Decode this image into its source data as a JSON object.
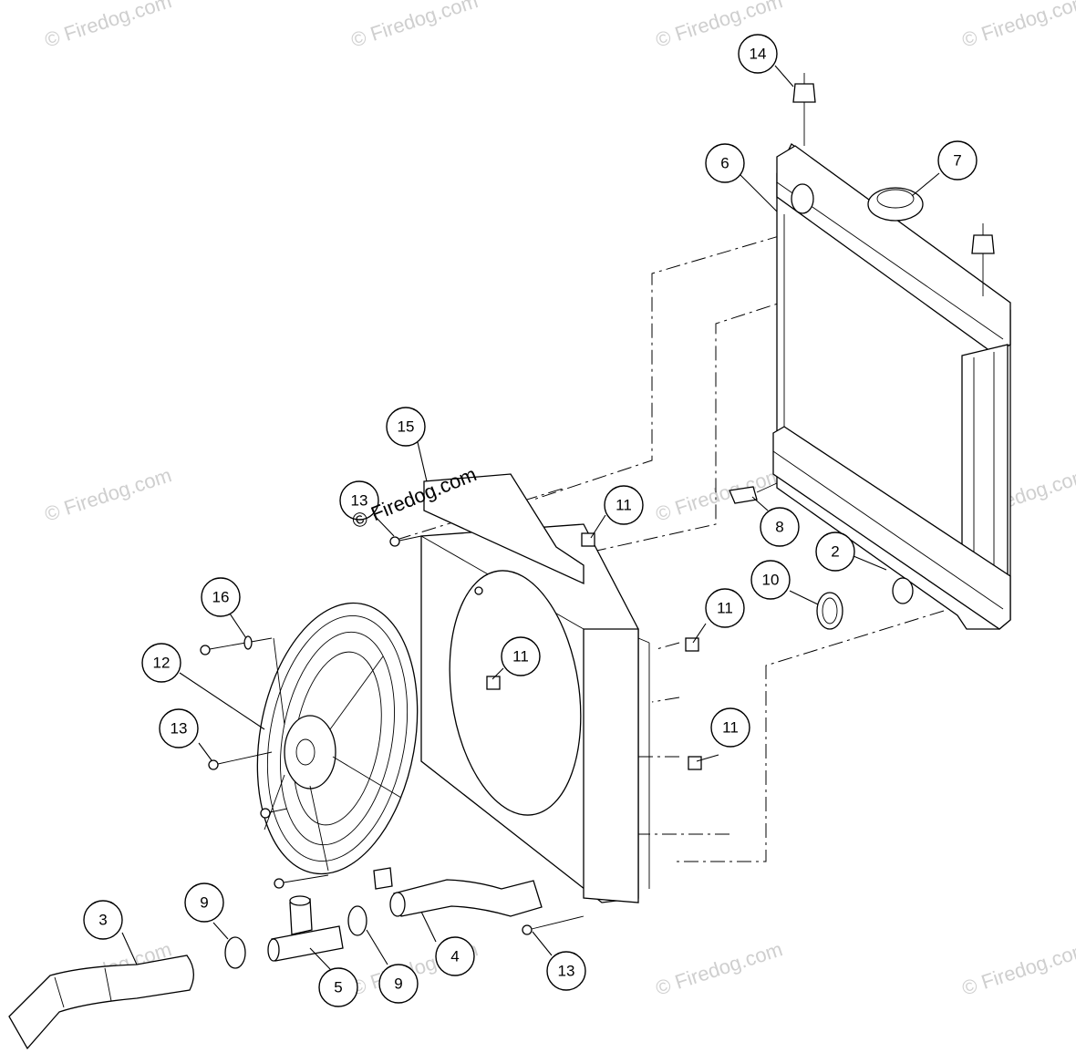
{
  "watermark": {
    "repeat_text": "© Firedog.com",
    "main_text": "© Firedog.com",
    "color": "#cfcfcf"
  },
  "callouts": [
    {
      "id": "c14a",
      "label": "14"
    },
    {
      "id": "c6",
      "label": "6"
    },
    {
      "id": "c7",
      "label": "7"
    },
    {
      "id": "c15",
      "label": "15"
    },
    {
      "id": "c13a",
      "label": "13"
    },
    {
      "id": "c11a",
      "label": "11"
    },
    {
      "id": "c8",
      "label": "8"
    },
    {
      "id": "c2",
      "label": "2"
    },
    {
      "id": "c10",
      "label": "10"
    },
    {
      "id": "c11b",
      "label": "11"
    },
    {
      "id": "c16",
      "label": "16"
    },
    {
      "id": "c12",
      "label": "12"
    },
    {
      "id": "c11c",
      "label": "11"
    },
    {
      "id": "c13b",
      "label": "13"
    },
    {
      "id": "c11d",
      "label": "11"
    },
    {
      "id": "c9a",
      "label": "9"
    },
    {
      "id": "c3",
      "label": "3"
    },
    {
      "id": "c4",
      "label": "4"
    },
    {
      "id": "c13c",
      "label": "13"
    },
    {
      "id": "c5",
      "label": "5"
    },
    {
      "id": "c9b",
      "label": "9"
    }
  ]
}
